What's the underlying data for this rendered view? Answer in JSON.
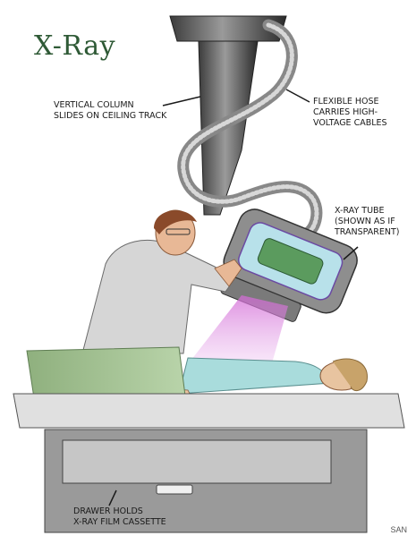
{
  "title": "X-Ray",
  "labels": {
    "column": "VERTICAL COLUMN\nSLIDES ON CEILING TRACK",
    "hose": "FLEXIBLE HOSE\nCARRIES HIGH-\nVOLTAGE CABLES",
    "tube": "X-RAY TUBE\n(SHOWN AS IF\nTRANSPARENT)",
    "drawer": "DRAWER HOLDS\nX-RAY FILM CASSETTE"
  },
  "signature": "SAN"
}
